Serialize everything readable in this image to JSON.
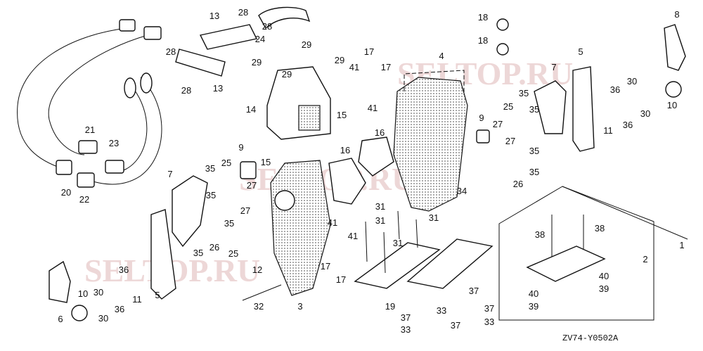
{
  "diagram": {
    "part_labels": [
      "28",
      "13",
      "28",
      "24",
      "29",
      "28",
      "29",
      "29",
      "29",
      "28",
      "13",
      "17",
      "41",
      "17",
      "4",
      "18",
      "18",
      "8",
      "5",
      "7",
      "41",
      "14",
      "15",
      "35",
      "36",
      "30",
      "30",
      "10",
      "25",
      "9",
      "27",
      "35",
      "27",
      "11",
      "36",
      "35",
      "26",
      "35",
      "34",
      "16",
      "16",
      "9",
      "15",
      "21",
      "23",
      "20",
      "22",
      "7",
      "35",
      "25",
      "27",
      "35",
      "27",
      "35",
      "26",
      "35",
      "25",
      "12",
      "31",
      "31",
      "31",
      "31",
      "41",
      "41",
      "17",
      "17",
      "32",
      "3",
      "19",
      "37",
      "37",
      "33",
      "37",
      "33",
      "37",
      "33",
      "38",
      "38",
      "1",
      "2",
      "40",
      "39",
      "40",
      "39",
      "5",
      "36",
      "30",
      "10",
      "11",
      "36",
      "6",
      "30"
    ],
    "diagram_code": "ZV74-Y0502A",
    "watermarks": [
      "SELTOP.RU",
      "SELTOP.RU",
      "SELTOP.RU"
    ]
  }
}
